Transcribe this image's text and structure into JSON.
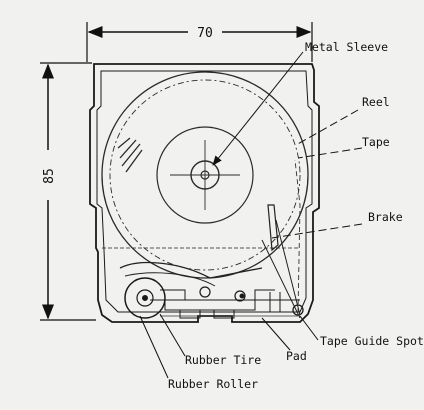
{
  "dimensions": {
    "width": "70",
    "height": "85"
  },
  "labels": {
    "metal_sleeve": "Metal Sleeve",
    "reel": "Reel",
    "tape": "Tape",
    "brake": "Brake",
    "tape_guide_spot": "Tape Guide Spot",
    "pad": "Pad",
    "rubber_tire": "Rubber Tire",
    "rubber_roller": "Rubber Roller"
  },
  "colors": {
    "background": "#f1f1ef",
    "ink": "#1a1a1a"
  }
}
